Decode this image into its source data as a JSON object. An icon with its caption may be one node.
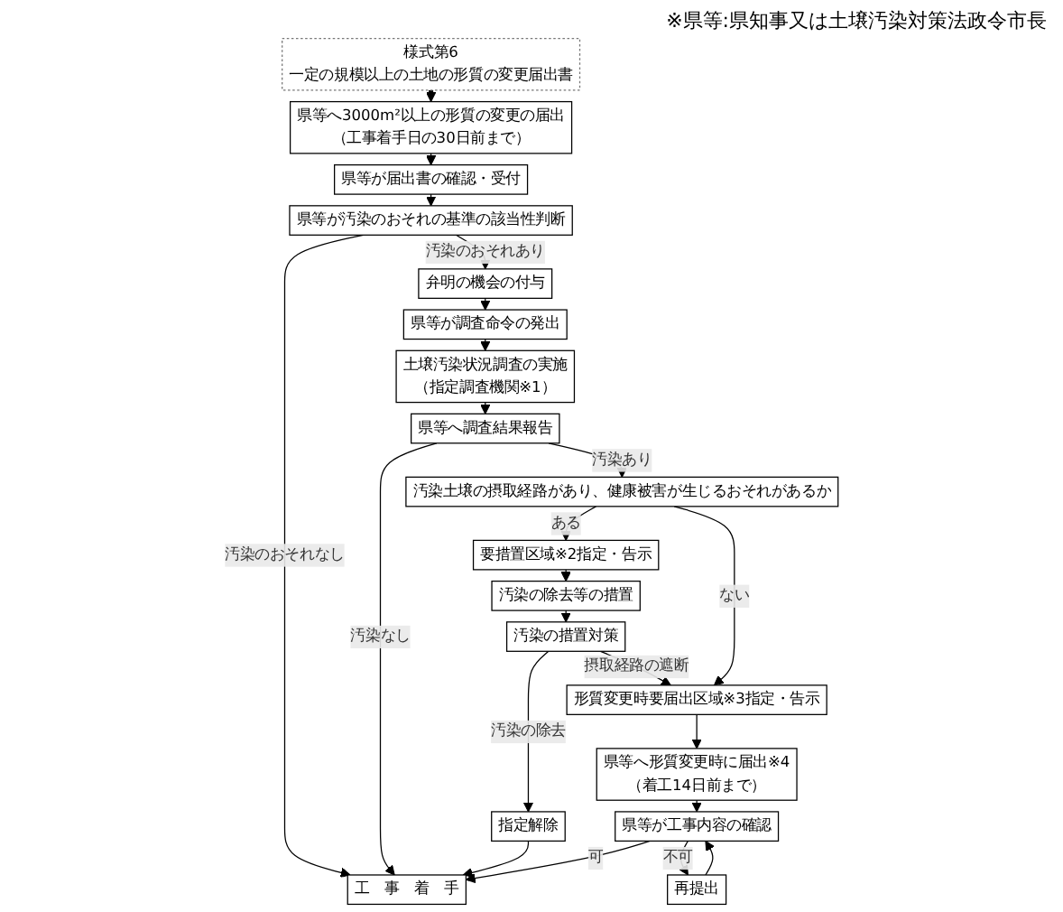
{
  "diagram": {
    "nodes": [
      {
        "text": [
          "県等へ3000m²以上の形質の変更の届出",
          "（工事着手日の30日前まで）"
        ]
      },
      {
        "text": [
          "様式第6",
          "一定の規模以上の土地の形質の変更届出書"
        ]
      },
      {
        "text": [
          "県等が届出書の確認・受付"
        ]
      },
      {
        "text": [
          "県等が汚染のおそれの基準の該当性判断"
        ]
      },
      {
        "text": [
          "弁明の機会の付与"
        ]
      },
      {
        "text": [
          "県等が調査命令の発出"
        ]
      },
      {
        "text": [
          "土壌汚染状況調査の実施",
          "（指定調査機関※1）"
        ]
      },
      {
        "text": [
          "県等へ調査結果報告"
        ]
      },
      {
        "text": [
          "汚染土壌の摂取経路があり、健康被害が生じるおそれがあるか"
        ]
      },
      {
        "text": [
          "要措置区域※2指定・告示"
        ]
      },
      {
        "text": [
          "汚染の除去等の措置"
        ]
      },
      {
        "text": [
          "汚染の措置対策"
        ]
      },
      {
        "text": [
          "指定解除"
        ]
      },
      {
        "text": [
          "形質変更時要届出区域※3指定・告示"
        ]
      },
      {
        "text": [
          "県等へ形質変更時に届出※4",
          "（着工14日前まで）"
        ]
      },
      {
        "text": [
          "県等が工事内容の確認"
        ]
      },
      {
        "text": [
          "再提出"
        ]
      },
      {
        "text": [
          "工　事　着　手"
        ]
      }
    ],
    "edges": [
      {
        "from": 1,
        "to": 0,
        "arrow": "to",
        "style": "thick"
      },
      {
        "from": 0,
        "to": 2,
        "arrow": "to"
      },
      {
        "from": 2,
        "to": 3,
        "arrow": "to"
      },
      {
        "from": 3,
        "to": 17,
        "arrow": "to",
        "label": "汚染のおそれなし"
      },
      {
        "from": 3,
        "to": 4,
        "arrow": "to",
        "label": "汚染のおそれあり"
      },
      {
        "from": 4,
        "to": 5,
        "arrow": "to"
      },
      {
        "from": 5,
        "to": 6,
        "arrow": "to"
      },
      {
        "from": 6,
        "to": 7,
        "arrow": "to"
      },
      {
        "from": 7,
        "to": 17,
        "arrow": "to",
        "label": "汚染なし"
      },
      {
        "from": 7,
        "to": 8,
        "arrow": "to",
        "label": "汚染あり"
      },
      {
        "from": 8,
        "to": 9,
        "arrow": "to",
        "label": "ある"
      },
      {
        "from": 8,
        "to": 13,
        "arrow": "to",
        "label": "ない"
      },
      {
        "from": 9,
        "to": 10,
        "arrow": "to"
      },
      {
        "from": 10,
        "to": 11,
        "arrow": "to"
      },
      {
        "from": 11,
        "to": 12,
        "arrow": "to",
        "label": "汚染の除去"
      },
      {
        "from": 11,
        "to": 13,
        "arrow": "to",
        "label": "摂取経路の遮断"
      },
      {
        "from": 12,
        "to": 17,
        "arrow": "to"
      },
      {
        "from": 13,
        "to": 14,
        "arrow": "to"
      },
      {
        "from": 14,
        "to": 15,
        "arrow": "to"
      },
      {
        "from": 15,
        "to": 17,
        "arrow": "to",
        "label": "可"
      },
      {
        "from": 15,
        "to": 16,
        "arrow": "to",
        "label": "不可"
      },
      {
        "from": 16,
        "to": 15,
        "arrow": "to"
      }
    ],
    "labels": [
      "※県等:県知事又は土壌汚染対策法政令市長"
    ]
  }
}
